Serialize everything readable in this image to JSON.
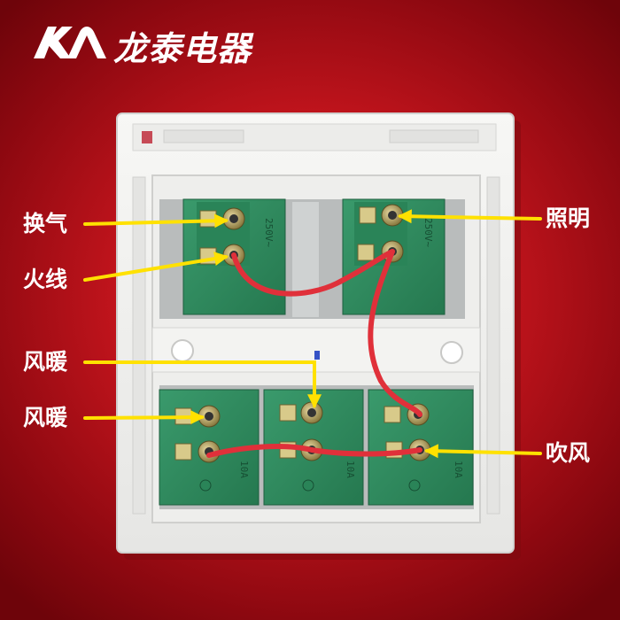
{
  "brand": {
    "name": "龙泰电器",
    "logo_icon": "brand-logo-icon"
  },
  "labels": {
    "ventilation": "换气",
    "live_wire": "火线",
    "warm_air_upper": "风暖",
    "warm_air_lower": "风暖",
    "lighting": "照明",
    "blow_air": "吹风"
  },
  "terminal_markings": [
    "250V~",
    "10A"
  ],
  "colors": {
    "background": "#c0141c",
    "text": "#ffffff",
    "arrow": "#ffe100",
    "wire": "#e0303a",
    "terminal": "#2f8f62",
    "panel": "#f4f4f2"
  }
}
